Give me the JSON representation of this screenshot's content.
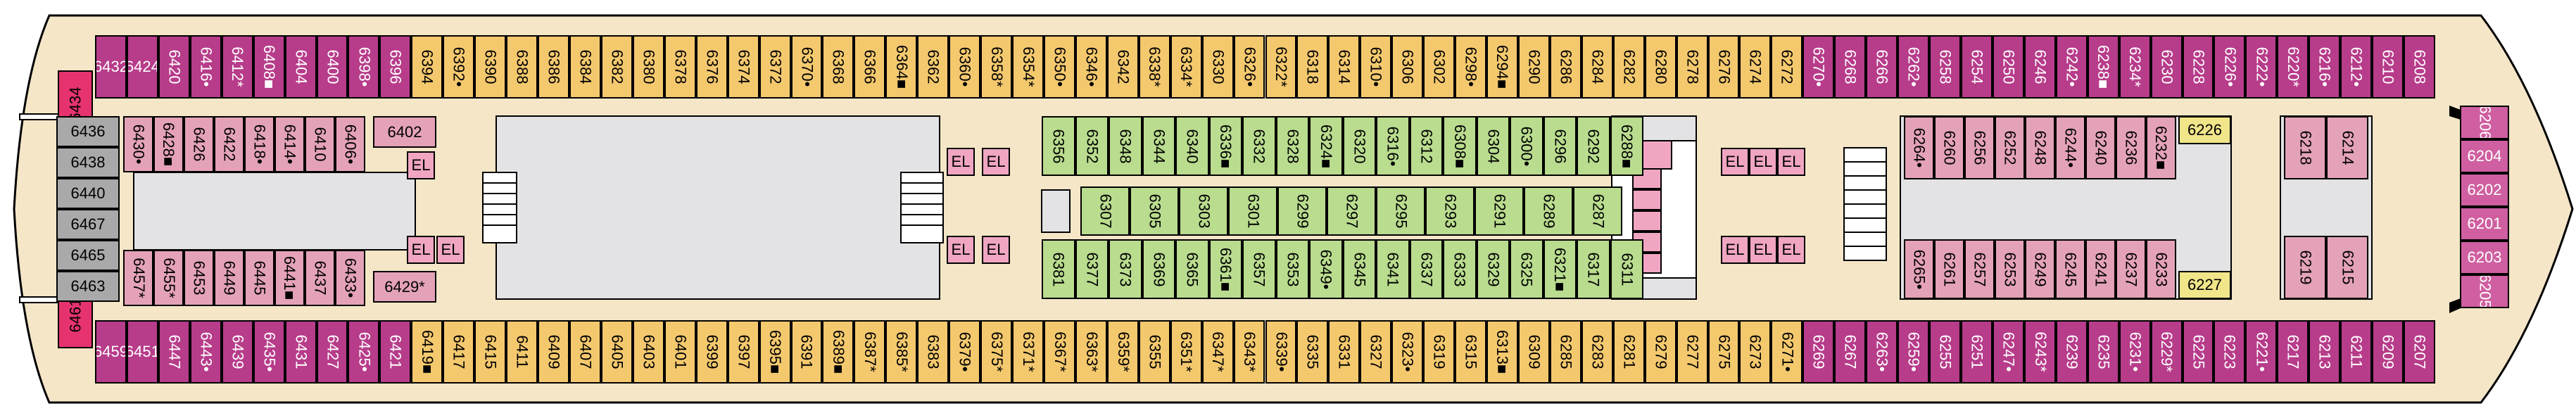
{
  "colors": {
    "hull": "#f5e6c8",
    "outline": "#000000",
    "interior": "#e3e3e6",
    "balcony": "#b73c8a",
    "ocean_view": "#f4c96e",
    "interior_cabin": "#e4a2b8",
    "interior_dark": "#d98aa8",
    "spa": "#b9dc8e",
    "pink": "#f0a6c2",
    "gray": "#a9a9a9",
    "suite": "#e6336f",
    "yellow_light": "#f1e58a",
    "aft_suite": "#cf5fa0"
  },
  "top_row": [
    "6432",
    "6424",
    "6420",
    "6416",
    "6412",
    "6408",
    "6404",
    "6400",
    "6398",
    "6396",
    "6394",
    "6392",
    "6390",
    "6388",
    "6386",
    "6384",
    "6382",
    "6380",
    "6378",
    "6376",
    "6374",
    "6372",
    "6370",
    "6368",
    "6366",
    "6364",
    "6362",
    "6360",
    "6358",
    "6354",
    "6350",
    "6346",
    "6342",
    "6338",
    "6334",
    "6330",
    "6326",
    "6322",
    "6318",
    "6314",
    "6310",
    "6306",
    "6302",
    "6298",
    "6294",
    "6290",
    "6286",
    "6284",
    "6282",
    "6280",
    "6278",
    "6276",
    "6274",
    "6272",
    "6270",
    "6268",
    "6266",
    "6262",
    "6258",
    "6254",
    "6250",
    "6246",
    "6242",
    "6238",
    "6234",
    "6230",
    "6228",
    "6226b",
    "6222",
    "6220",
    "6216",
    "6212",
    "6210",
    "6208"
  ],
  "top_markers": [
    "",
    "",
    "",
    "•",
    "*",
    "■",
    "",
    "",
    "•",
    "",
    "",
    "•",
    "",
    "",
    "",
    "",
    "",
    "",
    "",
    "",
    "",
    "",
    "•",
    "",
    "",
    "■",
    "",
    "•",
    "*",
    "*",
    "•",
    "•",
    "",
    "*",
    "*",
    "",
    "•",
    "*",
    "",
    "",
    "•",
    "",
    "",
    "•",
    "■",
    "",
    "",
    "",
    "",
    "",
    "",
    "",
    "",
    "",
    "•",
    "",
    "",
    "•",
    "",
    "",
    "",
    "",
    "•",
    "■",
    "*",
    "",
    "",
    "•",
    "•",
    "*",
    "•",
    "•",
    "",
    ""
  ],
  "bottom_row": [
    "6459",
    "6451",
    "6447",
    "6443",
    "6439",
    "6435",
    "6431",
    "6427",
    "6425",
    "6421",
    "6419",
    "6417",
    "6415",
    "6411",
    "6409",
    "6407",
    "6405",
    "6403",
    "6401",
    "6399",
    "6397",
    "6395",
    "6391",
    "6389",
    "6387",
    "6385",
    "6383",
    "6379",
    "6375",
    "6371",
    "6367",
    "6363",
    "6359",
    "6355",
    "6351",
    "6347",
    "6343",
    "6339",
    "6335",
    "6331",
    "6327",
    "6323",
    "6319",
    "6315",
    "6313",
    "6309",
    "6285",
    "6283",
    "6281",
    "6279",
    "6277",
    "6275",
    "6273",
    "6271",
    "6269",
    "6267",
    "6263",
    "6259",
    "6255",
    "6251",
    "6247",
    "6243",
    "6239",
    "6235",
    "6231",
    "6229",
    "6225",
    "6223",
    "6221",
    "6217",
    "6213",
    "6211",
    "6209",
    "6207"
  ],
  "bottom_markers": [
    "",
    "",
    "",
    "•",
    "",
    "•",
    "",
    "",
    "•",
    "",
    "■",
    "",
    "",
    "",
    "",
    "",
    "",
    "",
    "",
    "",
    "",
    "■",
    "",
    "■",
    "*",
    "*",
    "",
    "•",
    "*",
    "*",
    "*",
    "*",
    "*",
    "",
    "*",
    "*",
    "*",
    "•",
    "",
    "",
    "",
    "•",
    "",
    "",
    "■",
    "",
    "",
    "",
    "",
    "",
    "",
    "",
    "",
    "•",
    "",
    "",
    "•",
    "•",
    "",
    "",
    "•",
    "*",
    "",
    "",
    "•",
    "*",
    "",
    "",
    "•",
    "",
    ""
  ],
  "fwd_port": [
    "6430",
    "6428",
    "6426",
    "6422",
    "6418",
    "6414",
    "6410",
    "6406"
  ],
  "fwd_port_markers": [
    "•",
    "■",
    "",
    "",
    "•",
    "•",
    "",
    "•"
  ],
  "fwd_stbd": [
    "6457",
    "6455",
    "6453",
    "6449",
    "6445",
    "6441",
    "6437",
    "6433"
  ],
  "fwd_stbd_markers": [
    "*",
    "*",
    "",
    "",
    "",
    "■",
    "",
    "•"
  ],
  "gray_cabins": [
    "6436",
    "6438",
    "6440",
    "6467",
    "6465",
    "6463"
  ],
  "fwd_corner": [
    "6434",
    "6461"
  ],
  "small_labels": {
    "c6402": "6402",
    "c6429": "6429",
    "c6429_marker": "*",
    "el": "EL"
  },
  "spa_top": [
    "6356",
    "6352",
    "6348",
    "6344",
    "6340",
    "6336",
    "6332",
    "6328",
    "6324",
    "6320",
    "6316",
    "6312",
    "6308",
    "6304",
    "6300",
    "6296",
    "6292",
    "6288"
  ],
  "spa_top_markers": [
    "",
    "",
    "",
    "",
    "",
    "■",
    "",
    "",
    "■",
    "",
    "•",
    "",
    "■",
    "",
    "•",
    "",
    "",
    "■"
  ],
  "spa_mid": [
    "6307",
    "6305",
    "6303",
    "6301",
    "6299",
    "6297",
    "6295",
    "6293",
    "6291",
    "6289",
    "6287"
  ],
  "spa_bottom": [
    "6381",
    "6377",
    "6373",
    "6369",
    "6365",
    "6361",
    "6357",
    "6353",
    "6349",
    "6345",
    "6341",
    "6337",
    "6333",
    "6329",
    "6325",
    "6321",
    "6317",
    "6311"
  ],
  "spa_bottom_markers": [
    "",
    "",
    "",
    "",
    "",
    "■",
    "",
    "",
    "•",
    "",
    "",
    "",
    "",
    "",
    "",
    "■",
    "",
    ""
  ],
  "aft_top": [
    "6264",
    "6260",
    "6256",
    "6252",
    "6248",
    "6244",
    "6240",
    "6236",
    "6232"
  ],
  "aft_top_markers": [
    "•",
    "",
    "",
    "",
    "",
    "•",
    "",
    "",
    "■"
  ],
  "aft_bottom": [
    "6265",
    "6261",
    "6257",
    "6253",
    "6249",
    "6245",
    "6241",
    "6237",
    "6233"
  ],
  "aft_bottom_markers": [
    "•",
    "",
    "",
    "",
    "",
    "",
    "",
    "",
    "",
    ""
  ],
  "aft_yellow": [
    "6226",
    "6227"
  ],
  "aft_pair": [
    "6218",
    "6214",
    "6219",
    "6215"
  ],
  "aft_suites": [
    "6206",
    "6204",
    "6202",
    "6201",
    "6203",
    "6205"
  ]
}
